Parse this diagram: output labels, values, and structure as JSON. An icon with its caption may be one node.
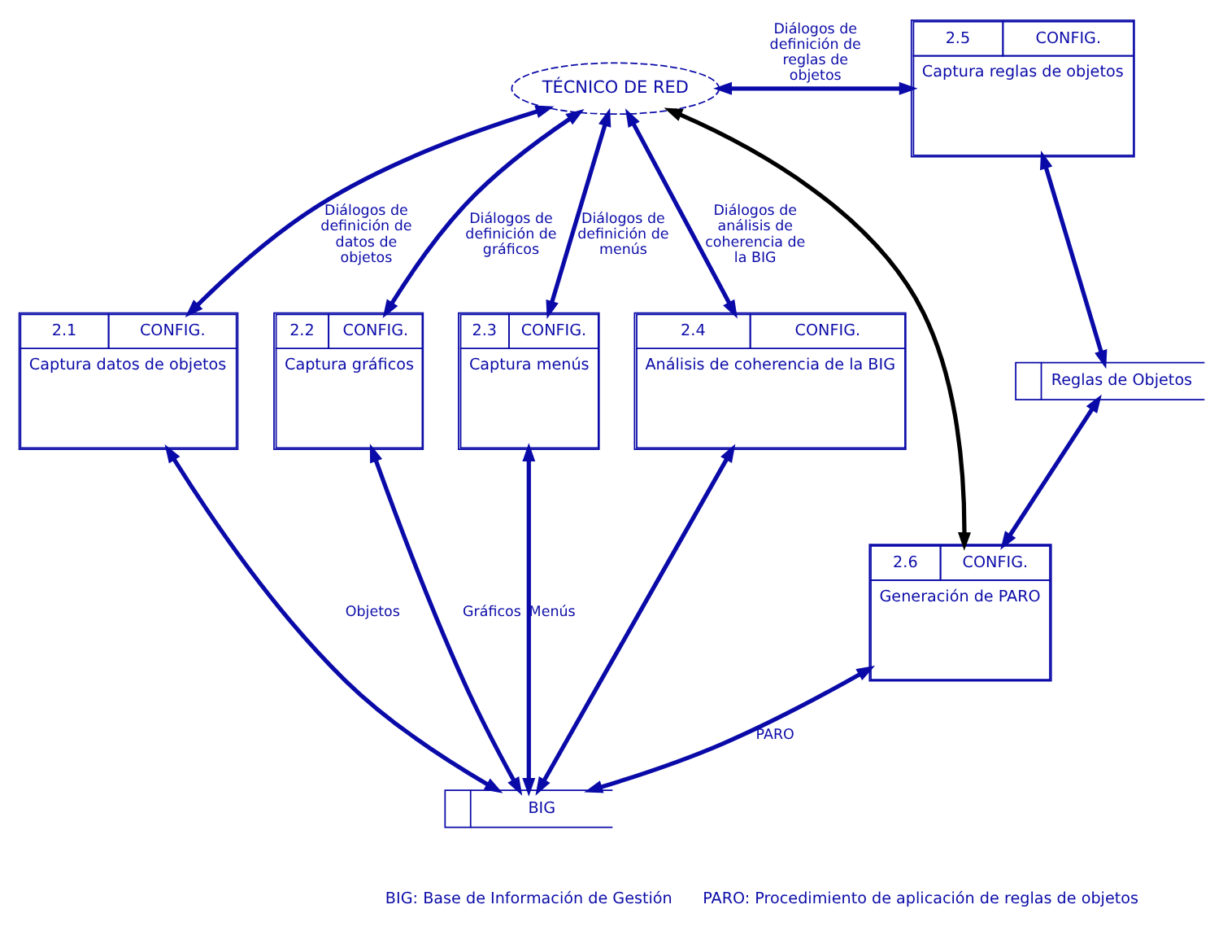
{
  "diagram": {
    "nodes": [
      {
        "text": [
          "TÉCNICO DE RED"
        ]
      },
      {
        "text": [
          "2.5",
          "CONFIG.",
          "Captura reglas de objetos"
        ]
      },
      {
        "text": [
          "Reglas de Objetos"
        ]
      },
      {
        "text": [
          "2.1",
          "CONFIG.",
          "Captura datos de objetos"
        ]
      },
      {
        "text": [
          "2.2",
          "CONFIG.",
          "Captura gráficos"
        ]
      },
      {
        "text": [
          "2.3",
          "CONFIG.",
          "Captura menús"
        ]
      },
      {
        "text": [
          "2.4",
          "CONFIG.",
          "Análisis de coherencia de la BIG"
        ]
      },
      {
        "text": [
          "2.6",
          "CONFIG.",
          "Generación de PARO"
        ]
      },
      {
        "text": [
          "BIG"
        ]
      }
    ],
    "edges": [
      {
        "from": 0,
        "to": 3,
        "arrow": "both",
        "label": "Diálogos de definición de datos de objetos"
      },
      {
        "from": 0,
        "to": 4,
        "arrow": "both",
        "label": "Diálogos de definición de gráficos"
      },
      {
        "from": 0,
        "to": 5,
        "arrow": "both",
        "label": "Diálogos de definición de menús"
      },
      {
        "from": 0,
        "to": 6,
        "arrow": "both",
        "label": "Diálogos de análisis de coherencia de la BIG"
      },
      {
        "from": 0,
        "to": 1,
        "arrow": "both",
        "label": "Diálogos de definición de reglas de objetos"
      },
      {
        "from": 0,
        "to": 7,
        "arrow": "both",
        "color": "#000000"
      },
      {
        "from": 1,
        "to": 2,
        "arrow": "both"
      },
      {
        "from": 2,
        "to": 7,
        "arrow": "both"
      },
      {
        "from": 3,
        "to": 8,
        "arrow": "both",
        "label": "Objetos"
      },
      {
        "from": 4,
        "to": 8,
        "arrow": "both",
        "label": "Gráficos"
      },
      {
        "from": 5,
        "to": 8,
        "arrow": "both",
        "label": "Menús"
      },
      {
        "from": 6,
        "to": 8,
        "arrow": "both"
      },
      {
        "from": 7,
        "to": 8,
        "arrow": "both",
        "label": "PARO"
      }
    ],
    "labels": [
      "BIG: Base de Información de Gestión",
      "PARO: Procedimiento de aplicación de reglas de objetos"
    ]
  }
}
